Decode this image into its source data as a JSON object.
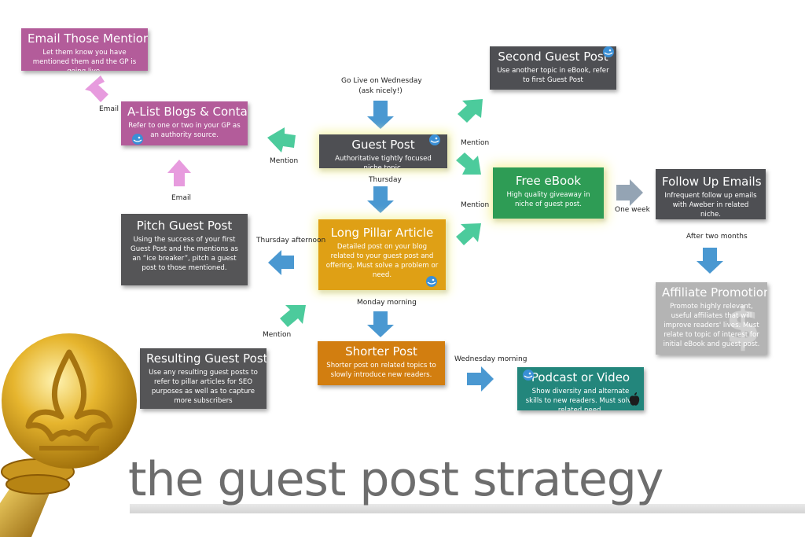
{
  "nodes": {
    "email_mentioned": {
      "title": "Email Those Mentioned",
      "desc": "Let them know you have mentioned them and the GP is going live."
    },
    "second_guest_post": {
      "title": "Second Guest Post",
      "desc": "Use another topic in eBook, refer to first Guest Post"
    },
    "alist": {
      "title": "A-List Blogs & Contacts",
      "desc": "Refer to one or two in your GP as an authority source."
    },
    "guest_post": {
      "title": "Guest Post",
      "desc": "Authoritative tightly focused niche topic."
    },
    "free_ebook": {
      "title": "Free eBook",
      "desc": "High quality giveaway in niche of guest post."
    },
    "follow_up": {
      "title": "Follow Up Emails",
      "desc": "Infrequent follow up emails with Aweber in related niche."
    },
    "pitch": {
      "title": "Pitch Guest Post",
      "desc": "Using the success of your first Guest Post and the mentions as an “ice breaker”, pitch a guest post to those mentioned."
    },
    "long_pillar": {
      "title": "Long Pillar Article",
      "desc": "Detailed post on your blog related to your guest post and offering. Must solve a problem or need."
    },
    "affiliate": {
      "title": "Affiliate Promotion",
      "desc": "Promote highly relevant, useful affiliates that will improve readers' lives. Must relate to topic of interest for initial eBook and guest post."
    },
    "resulting": {
      "title": "Resulting Guest Posts",
      "desc": "Use any resulting guest posts to refer to pillar articles for SEO purposes as well as to capture more subscribers"
    },
    "shorter": {
      "title": "Shorter Post",
      "desc": "Shorter post on related topics to slowly introduce new readers."
    },
    "podcast": {
      "title": "Podcast or Video",
      "desc": "Show diversity and alternate skills to new readers. Must solve related need."
    }
  },
  "edges": {
    "go_live_1": "Go Live on Wednesday",
    "go_live_2": "(ask nicely!)",
    "email_top": "Email",
    "mention_left": "Mention",
    "mention_right_top": "Mention",
    "thursday": "Thursday",
    "email_mid": "Email",
    "mention_right_mid": "Mention",
    "one_week": "One week",
    "after_two_months": "After two months",
    "thursday_afternoon": "Thursday afternoon",
    "monday_morning": "Monday morning",
    "mention_bottom": "Mention",
    "wednesday_morning": "Wednesday morning"
  },
  "footer": {
    "title": "the guest post strategy"
  },
  "colors": {
    "gray": "#4e4f53",
    "purple": "#b35c9a",
    "green": "#2e9c55",
    "orange": "#dfa015",
    "dark_orange": "#d27e10",
    "teal": "#23867c",
    "light_gray": "#b4b4b4",
    "blue_arrow": "#4a98d1",
    "teal_arrow": "#4ccb9c",
    "pink_arrow": "#e79bde",
    "gray_arrow": "#94a4b4"
  },
  "icons": [
    "twitter-bird-icon",
    "apple-logo-icon",
    "dollar-sign-icon",
    "torch-icon",
    "column-watermark-icon"
  ]
}
